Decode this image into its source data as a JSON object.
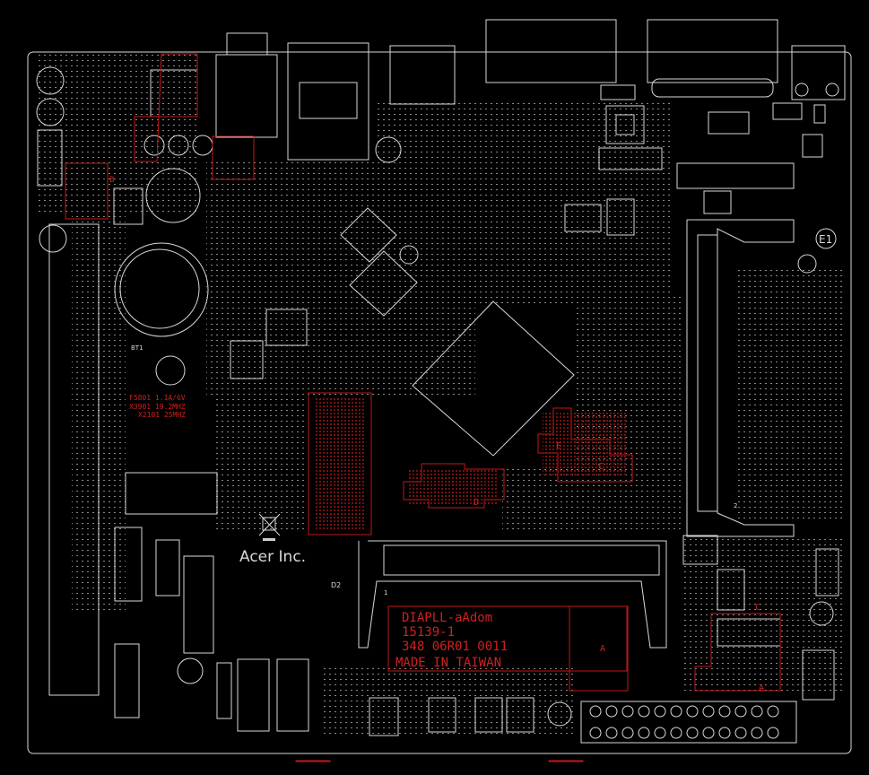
{
  "board": {
    "vendor_mark": "Acer Inc.",
    "silk": {
      "line1": "DIAPLL-aAdom",
      "line2": "15139-1",
      "line3": "348 06R01 0011",
      "line4": "MADE IN TAIWAN"
    },
    "notes": {
      "fuse": "F5801 1.1A/6V",
      "xtal1": "X3901 19.2MHZ",
      "xtal2": "X2101 25MHZ"
    },
    "battery_label": "BT1",
    "ref_d2": "D2",
    "ref_e1": "E1",
    "zone_labels": {
      "b": "B",
      "e": "E",
      "c": "C",
      "d": "D",
      "a": "A",
      "a2": "A",
      "c2": "C"
    },
    "pin_1": "1",
    "pin_2": "2"
  },
  "colors": {
    "background": "#000000",
    "outline": "#d8d8d8",
    "highlight": "#c41818"
  }
}
